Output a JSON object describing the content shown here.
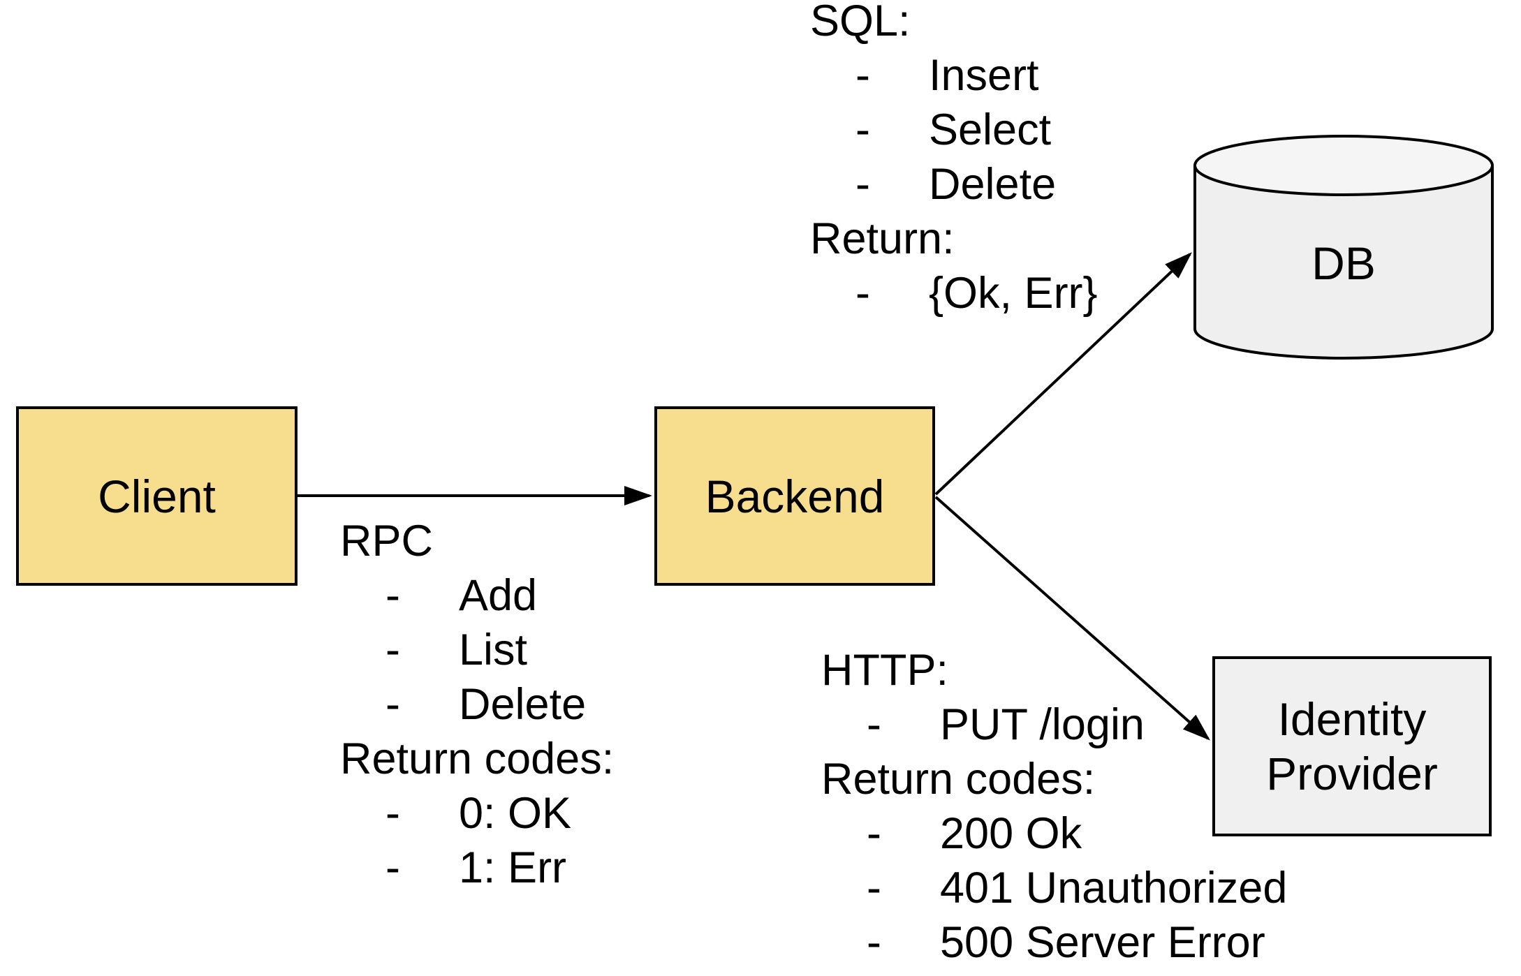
{
  "nodes": {
    "client": {
      "label": "Client"
    },
    "backend": {
      "label": "Backend"
    },
    "db": {
      "label": "DB"
    },
    "identity_provider": {
      "label": "Identity Provider"
    }
  },
  "edges": [
    {
      "from": "Client",
      "to": "Backend"
    },
    {
      "from": "Backend",
      "to": "DB"
    },
    {
      "from": "Backend",
      "to": "Identity Provider"
    }
  ],
  "annotations": {
    "bullet_marker": "-",
    "rpc": {
      "lines": [
        "RPC",
        "Add",
        "List",
        "Delete",
        "Return codes:",
        "0: OK",
        "1: Err"
      ]
    },
    "sql": {
      "lines": [
        "SQL:",
        "Insert",
        "Select",
        "Delete",
        "Return:",
        "{Ok, Err}"
      ]
    },
    "http": {
      "lines": [
        "HTTP:",
        "PUT /login",
        "Return codes:",
        "200 Ok",
        "401 Unauthorized",
        "500 Server Error"
      ]
    }
  },
  "colors": {
    "background": "#FFFFFF",
    "node_fill_yellow": "#F6DE8E",
    "node_fill_gray": "#F0F0F0",
    "cylinder_body": "#EFEFEF",
    "cylinder_top": "#F5F5F5",
    "stroke": "#000000"
  }
}
